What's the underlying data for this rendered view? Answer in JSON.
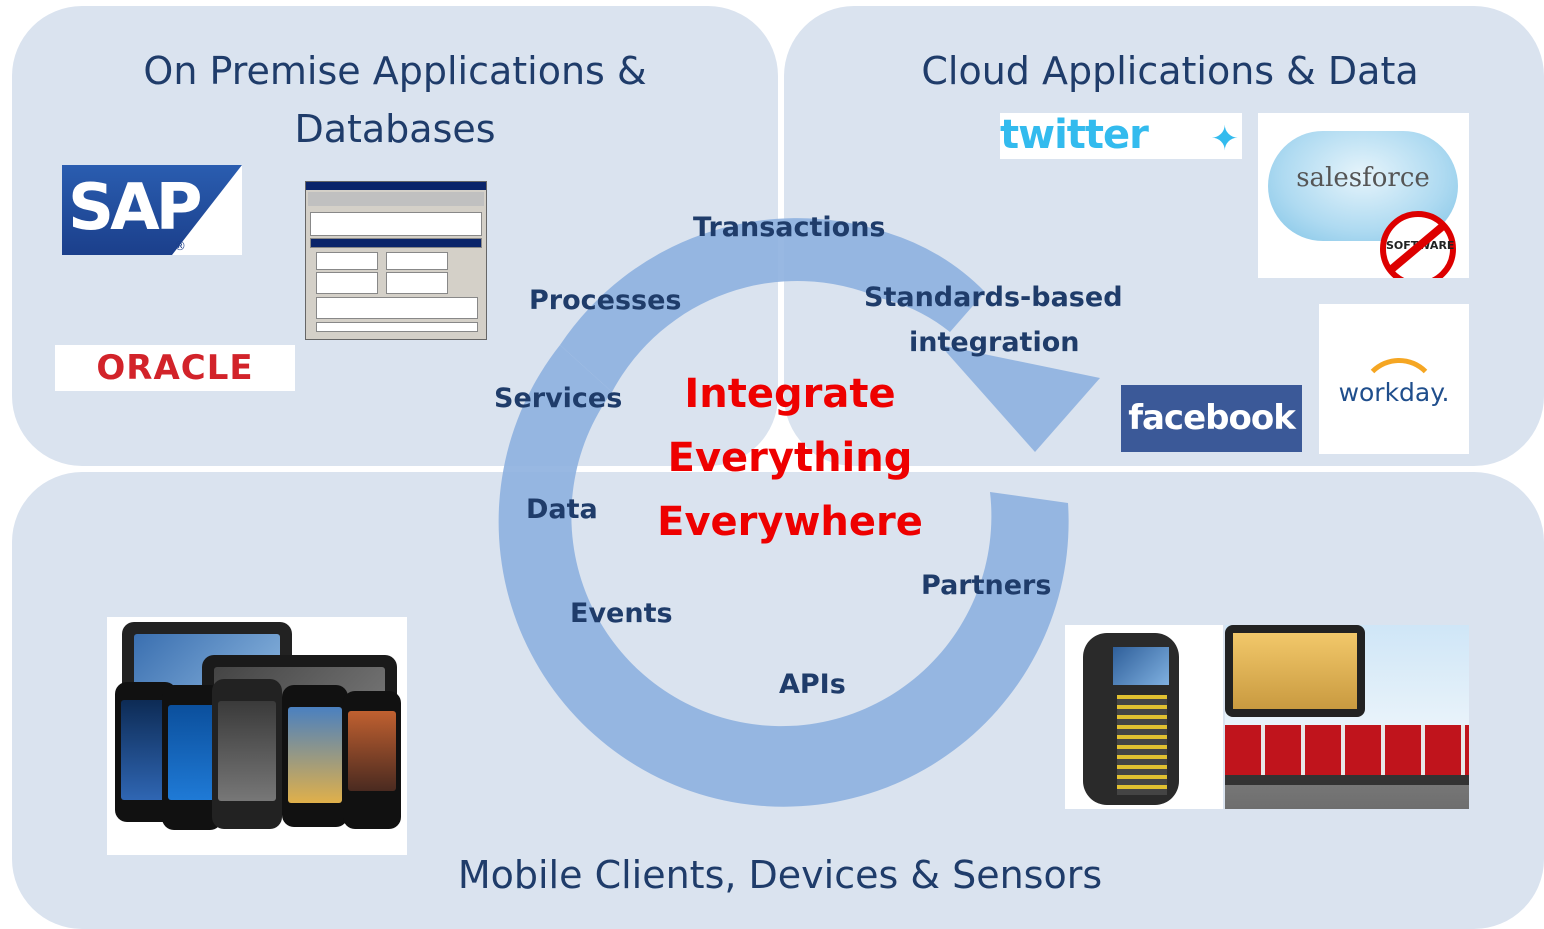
{
  "panels": {
    "on_premise": {
      "title_line1": "On Premise Applications &",
      "title_line2": "Databases"
    },
    "cloud": {
      "title": "Cloud Applications & Data"
    },
    "mobile": {
      "title": "Mobile Clients, Devices & Sensors"
    }
  },
  "center": {
    "line1": "Integrate",
    "line2": "Everything",
    "line3": "Everywhere",
    "color": "#ee0000"
  },
  "cycle_labels": {
    "transactions": "Transactions",
    "standards": "Standards-based",
    "standards2": "integration",
    "processes": "Processes",
    "services": "Services",
    "data": "Data",
    "events": "Events",
    "apis": "APIs",
    "partners": "Partners"
  },
  "logos": {
    "sap": "SAP",
    "sap_reg": "®",
    "oracle": "ORACLE",
    "twitter": "twitter",
    "salesforce": "salesforce",
    "no_software": "SOFTWARE",
    "facebook": "facebook",
    "workday": "workday."
  },
  "colors": {
    "panel_bg": "#dae3ef",
    "title_text": "#1f3c6a",
    "cycle_arrow": "#8fb2e0"
  }
}
